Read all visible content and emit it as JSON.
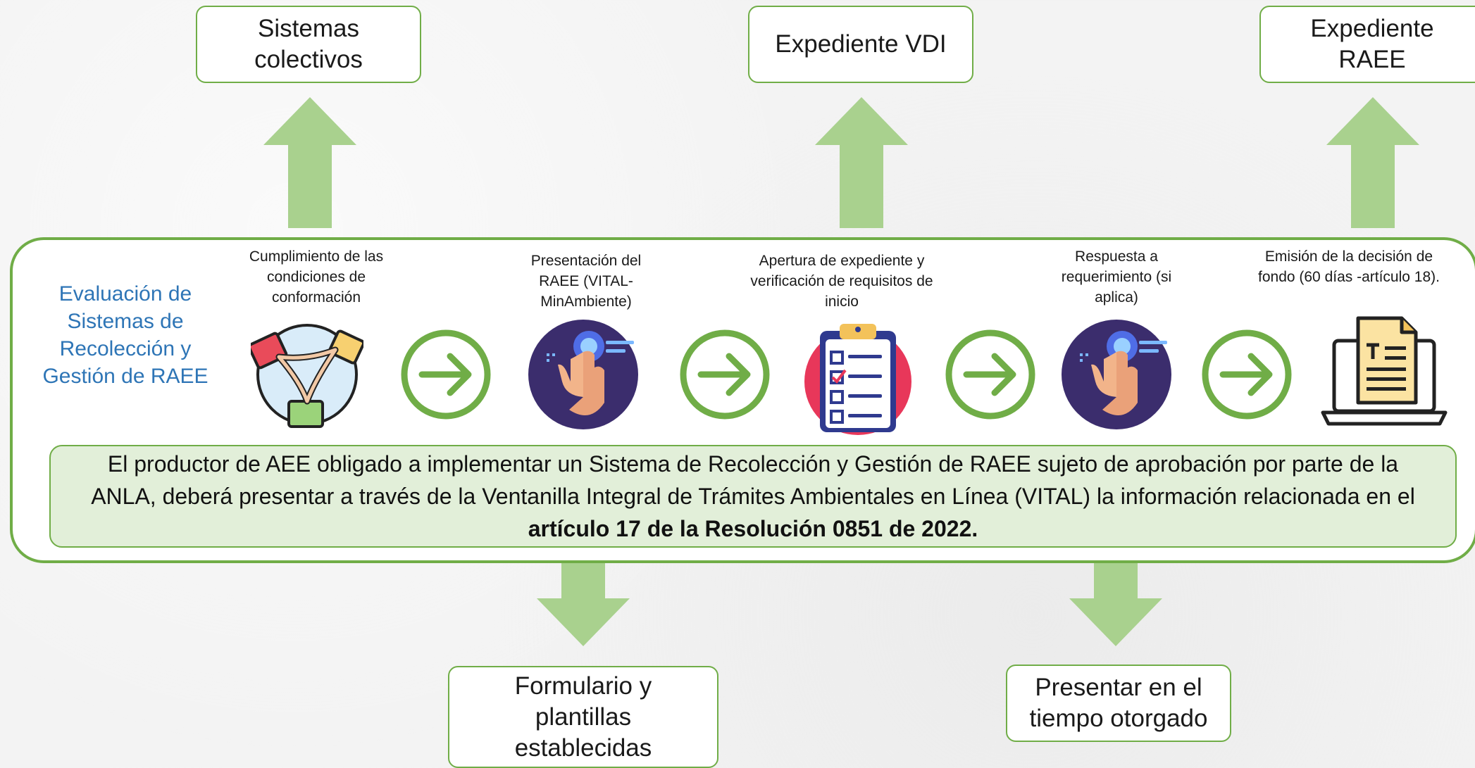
{
  "colors": {
    "green": "#70ad47",
    "light_green": "#a9d18e",
    "title_blue": "#2e75b6",
    "note_bg": "#e2efd9"
  },
  "top_boxes": [
    {
      "label": "Sistemas colectivos"
    },
    {
      "label": "Expediente VDI"
    },
    {
      "label": "Expediente RAEE"
    }
  ],
  "bottom_boxes": [
    {
      "label": "Formulario y plantillas establecidas"
    },
    {
      "label": "Presentar en el tiempo otorgado"
    }
  ],
  "main": {
    "title": "Evaluación de Sistemas de Recolección y Gestión de RAEE",
    "steps": [
      {
        "label": "Cumplimiento de las condiciones de conformación",
        "icon": "handshake-icon"
      },
      {
        "label": "Presentación del RAEE (VITAL-MinAmbiente)",
        "icon": "touch-icon"
      },
      {
        "label": "Apertura de expediente y verificación de requisitos de inicio",
        "icon": "checklist-icon"
      },
      {
        "label": "Respuesta a requerimiento (si aplica)",
        "icon": "touch-icon"
      },
      {
        "label": "Emisión de la decisión de fondo (60 días -artículo 18).",
        "icon": "laptop-document-icon"
      }
    ],
    "note_text": "El productor de AEE obligado a implementar un Sistema de Recolección y Gestión de RAEE sujeto de aprobación por parte de la ANLA, deberá presentar a través de la Ventanilla Integral de Trámites Ambientales en Línea (VITAL) la información relacionada en el",
    "note_bold": "artículo 17 de la Resolución 0851 de 2022."
  }
}
